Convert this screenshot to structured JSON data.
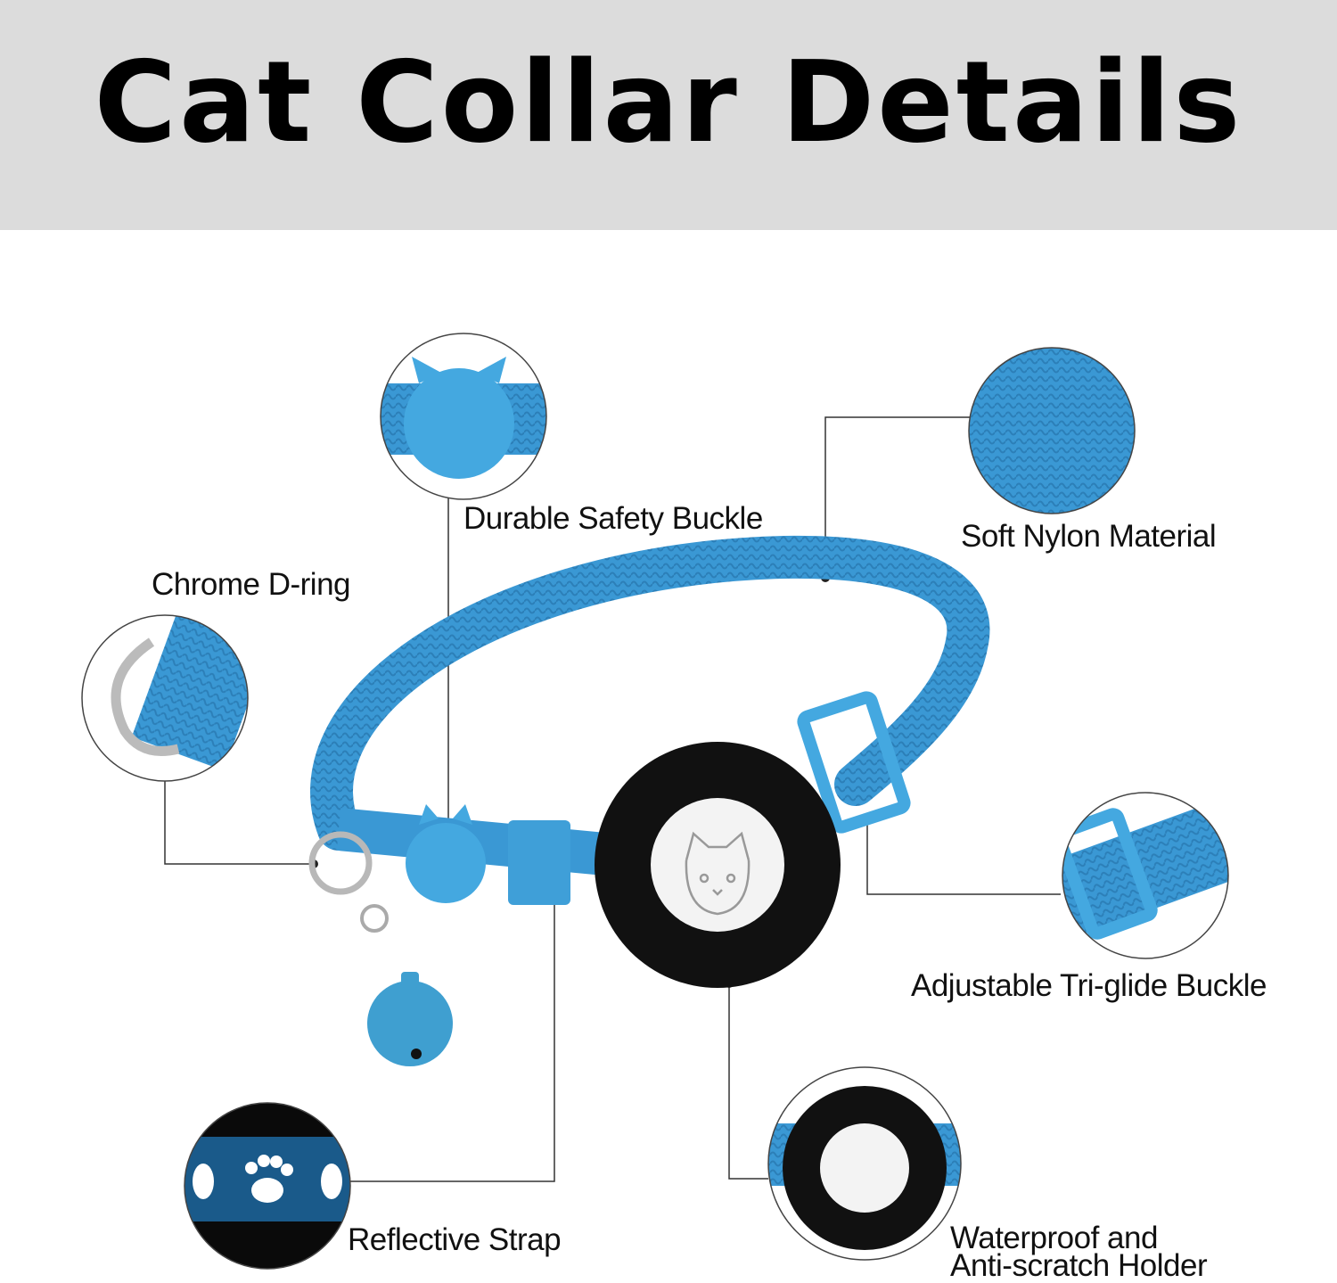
{
  "title": "Cat Collar Details",
  "labels": {
    "buckle": "Durable Safety Buckle",
    "nylon": "Soft Nylon Material",
    "dring": "Chrome D-ring",
    "triglide": "Adjustable Tri-glide Buckle",
    "reflective": "Reflective Strap",
    "holder_line1": "Waterproof and",
    "holder_line2": "Anti-scratch Holder"
  },
  "colors": {
    "header_bg": "#dcdcdc",
    "collar_blue": "#3a98d4",
    "buckle_blue": "#44a8e0",
    "holder_black": "#111111",
    "leader_line": "#333333"
  }
}
